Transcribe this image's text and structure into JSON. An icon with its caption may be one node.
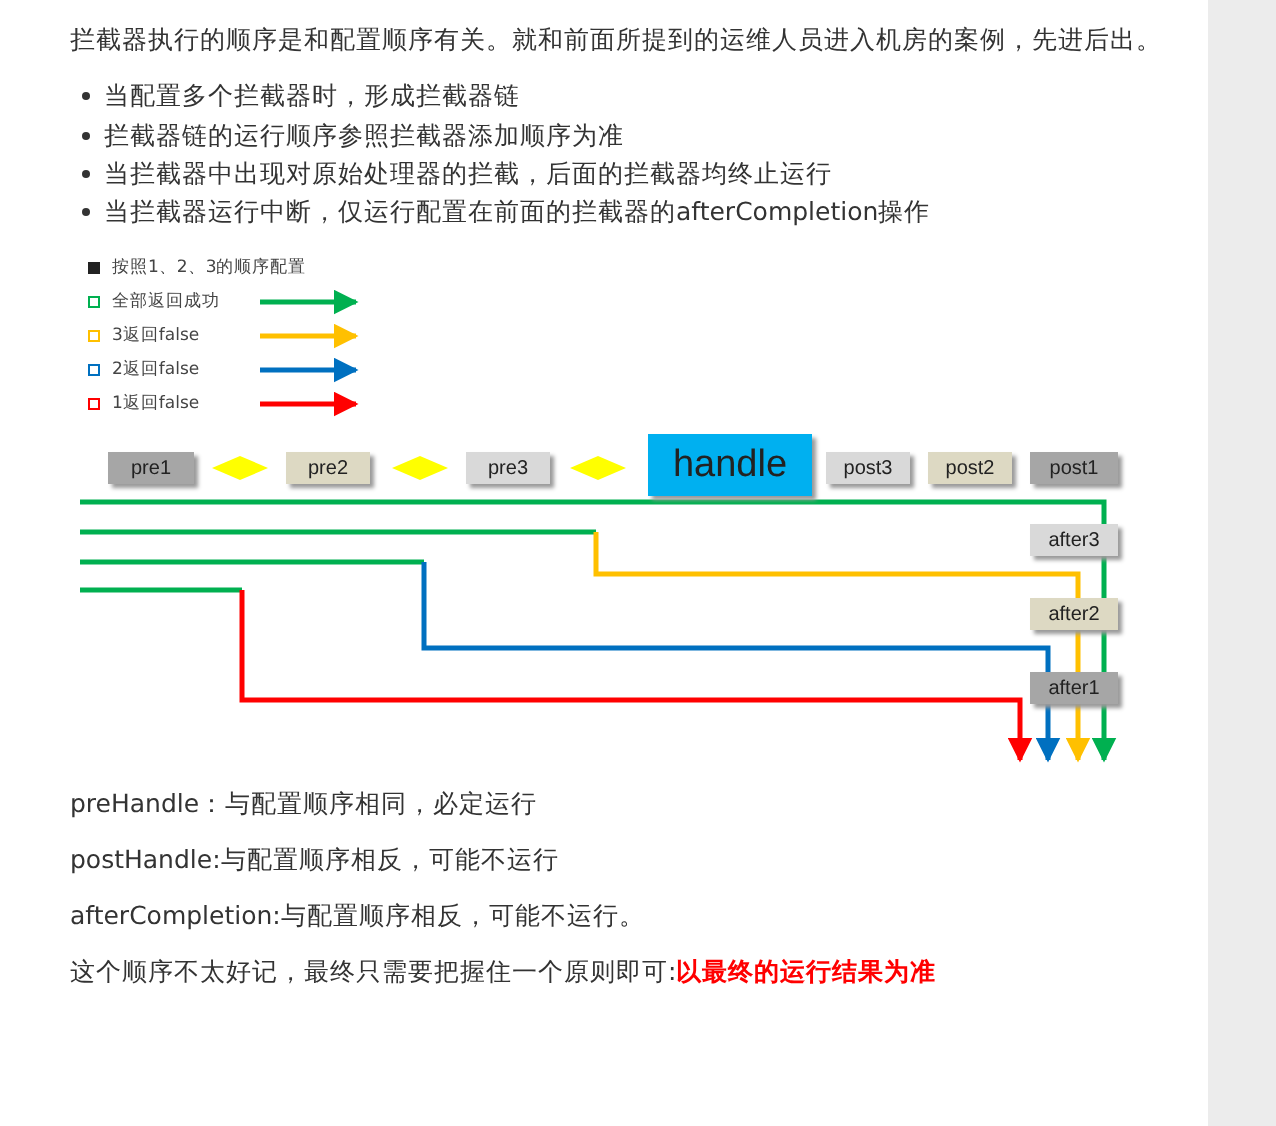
{
  "diagram": {
    "nodes": [
      {
        "text": [
          "pre1"
        ]
      },
      {
        "text": [],
        "shape": "diamond"
      },
      {
        "text": [
          "pre2"
        ]
      },
      {
        "text": [],
        "shape": "diamond"
      },
      {
        "text": [
          "pre3"
        ]
      },
      {
        "text": [],
        "shape": "diamond"
      },
      {
        "text": [
          "handle"
        ]
      },
      {
        "text": [
          "post3"
        ]
      },
      {
        "text": [
          "post2"
        ]
      },
      {
        "text": [
          "post1"
        ]
      },
      {
        "text": [
          "after3"
        ]
      },
      {
        "text": [
          "after2"
        ]
      },
      {
        "text": [
          "after1"
        ]
      }
    ],
    "edges": [],
    "labels": [
      "拦截器执行的顺序是和配置顺序有关。就和前面所提到的运维人员进入机房的案例，先进后出。",
      "当配置多个拦截器时，形成拦截器链",
      "拦截器链的运行顺序参照拦截器添加顺序为准",
      "当拦截器中出现对原始处理器的拦截，后面的拦截器均终止运行",
      "当拦截器运行中断，仅运行配置在前面的拦截器的afterCompletion操作",
      "preHandle：与配置顺序相同，必定运行",
      "postHandle:与配置顺序相反，可能不运行",
      "afterCompletion:与配置顺序相反，可能不运行。",
      "这个顺序不太好记，最终只需要把握住一个原则即可:**以最终的运行结果为准**"
    ],
    "legend": [
      {
        "text": "按照1、2、3的顺序配置"
      },
      {
        "text": "全部返回成功"
      },
      {
        "text": "3返回false"
      },
      {
        "text": "2返回false"
      },
      {
        "text": "1返回false"
      }
    ]
  }
}
